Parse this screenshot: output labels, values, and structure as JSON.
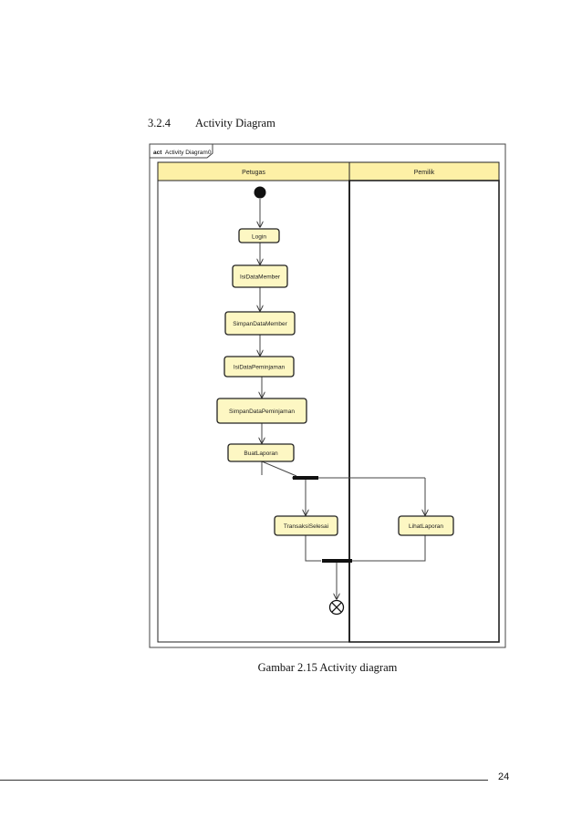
{
  "heading": {
    "number": "3.2.4",
    "title": "Activity  Diagram"
  },
  "diagram": {
    "frame_label_keyword": "act",
    "frame_label_name": "Activity Diagram0",
    "lanes": [
      "Petugas",
      "Pemilik"
    ],
    "actions": [
      "Login",
      "IsiDataMember",
      "SimpanDataMember",
      "IsiDataPeminjaman",
      "SimpanDataPeminjaman",
      "BuatLaporan",
      "TransaksiSelesai",
      "LihatLaporan"
    ],
    "colors": {
      "action_fill": "#fdf7c3",
      "lane_header_fill": "#fdf0a6",
      "frame_stroke": "#222222"
    }
  },
  "caption": "Gambar  2.15 Activity  diagram",
  "page_number": "24"
}
